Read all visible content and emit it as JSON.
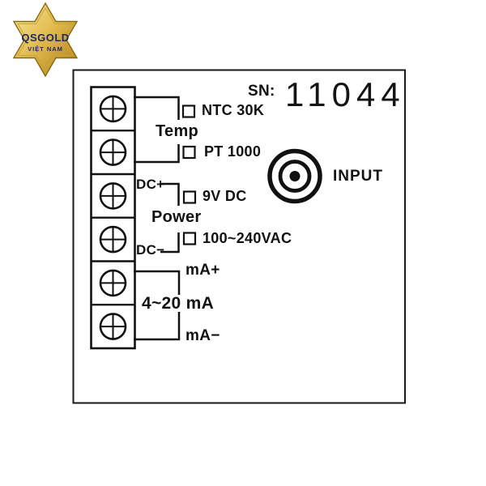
{
  "logo": {
    "brand": "QSGOLD",
    "region": "VIỆT NAM",
    "colors": {
      "gold_light": "#f7e99c",
      "gold_mid": "#e3bd52",
      "gold_dark": "#ad7d14",
      "outline": "#8a6a10",
      "text_navy": "#1c2a66"
    }
  },
  "serial": {
    "label": "SN:",
    "value": "11044"
  },
  "diagram": {
    "frame_color": "#1a1a1a",
    "temp_group": {
      "label": "Temp",
      "option_top": "NTC 30K",
      "option_bottom": "PT 1000"
    },
    "power_group": {
      "label": "Power",
      "terminal_positive": "DC+",
      "terminal_negative": "DC−",
      "option_top": "9V DC",
      "option_bottom": "100~240VAC"
    },
    "output_group": {
      "label": "4~20 mA",
      "terminal_positive": "mA+",
      "terminal_negative": "mA−"
    },
    "input_jack_label": "INPUT",
    "terminal_count": 6
  }
}
